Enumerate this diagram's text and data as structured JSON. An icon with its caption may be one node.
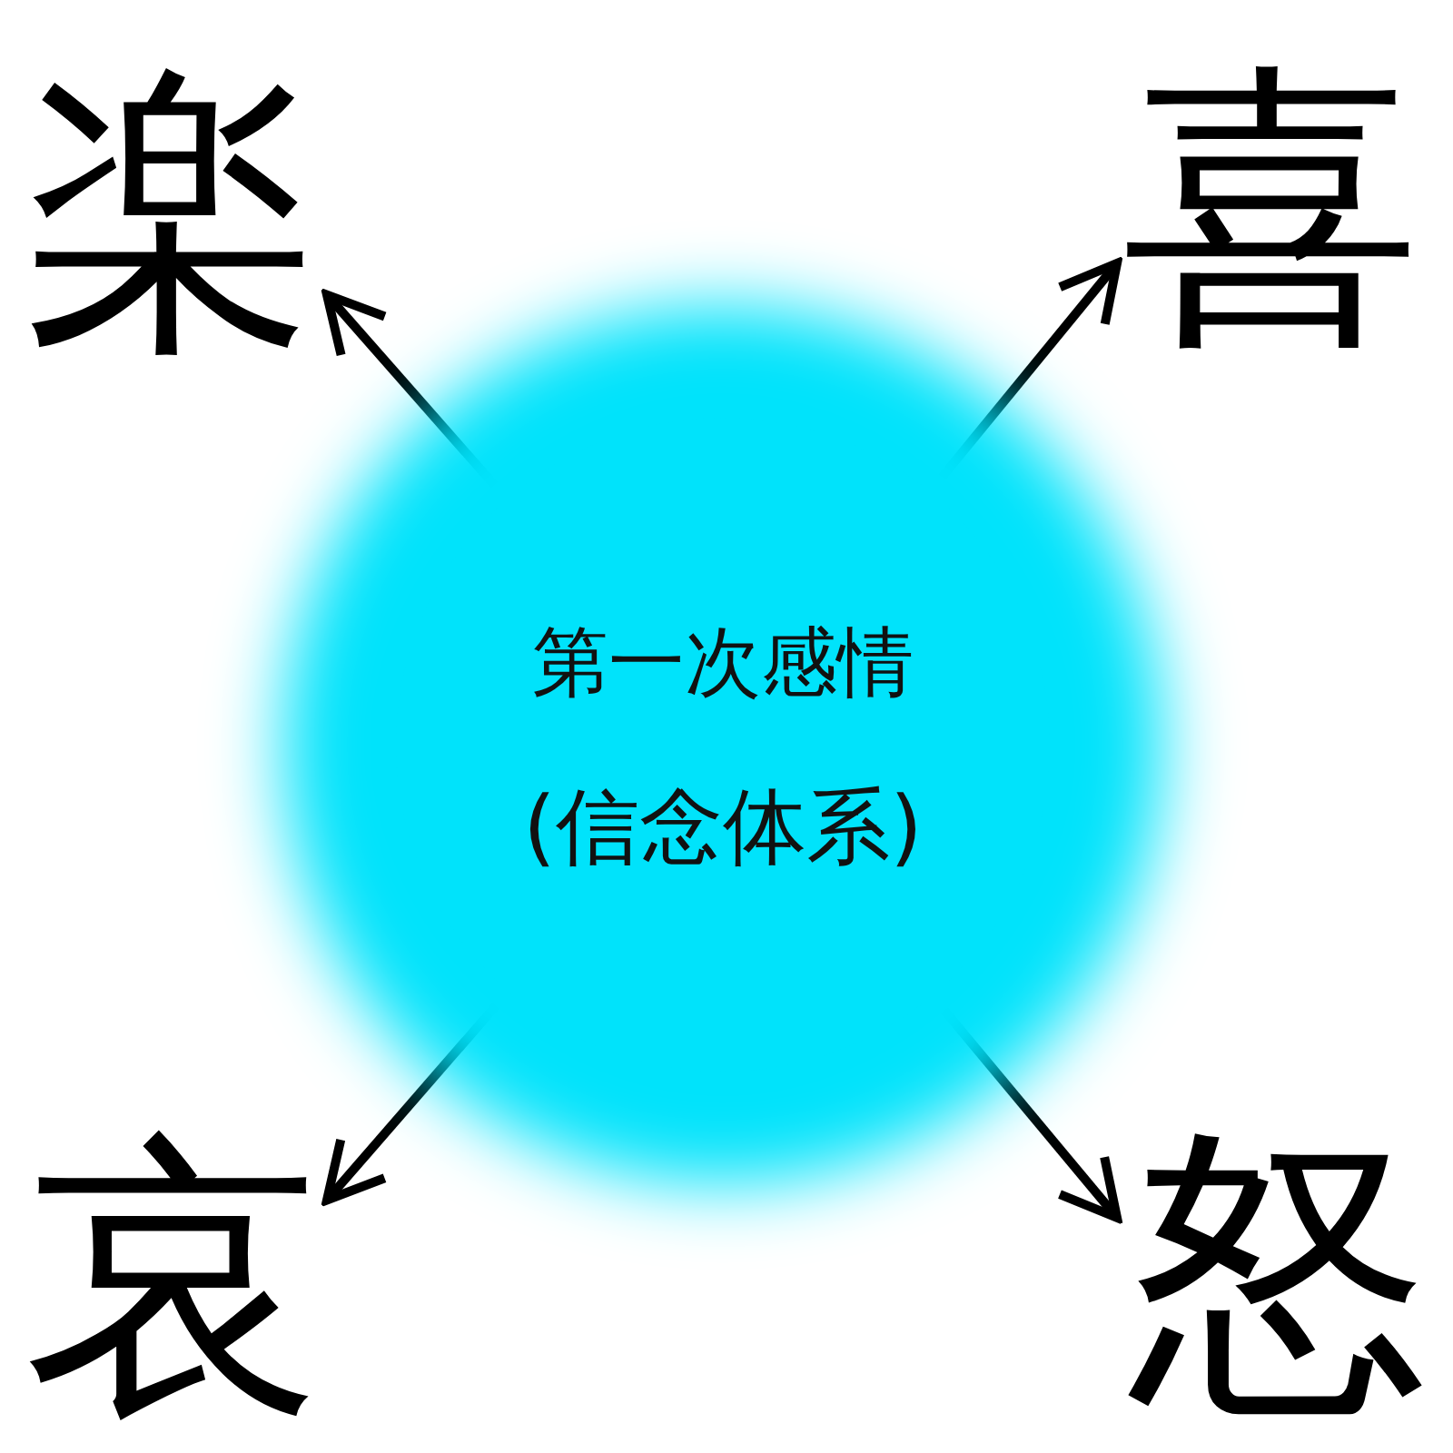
{
  "diagram": {
    "nodes": [
      {
        "text": [
          "第一次感情",
          "(信念体系)"
        ]
      },
      {
        "text": [
          "楽"
        ]
      },
      {
        "text": [
          "喜"
        ]
      },
      {
        "text": [
          "哀"
        ]
      },
      {
        "text": [
          "怒"
        ]
      }
    ],
    "edges": [
      {
        "from": 0,
        "to": 1,
        "arrow": "to"
      },
      {
        "from": 0,
        "to": 2,
        "arrow": "to"
      },
      {
        "from": 0,
        "to": 3,
        "arrow": "to"
      },
      {
        "from": 0,
        "to": 4,
        "arrow": "to"
      }
    ]
  }
}
